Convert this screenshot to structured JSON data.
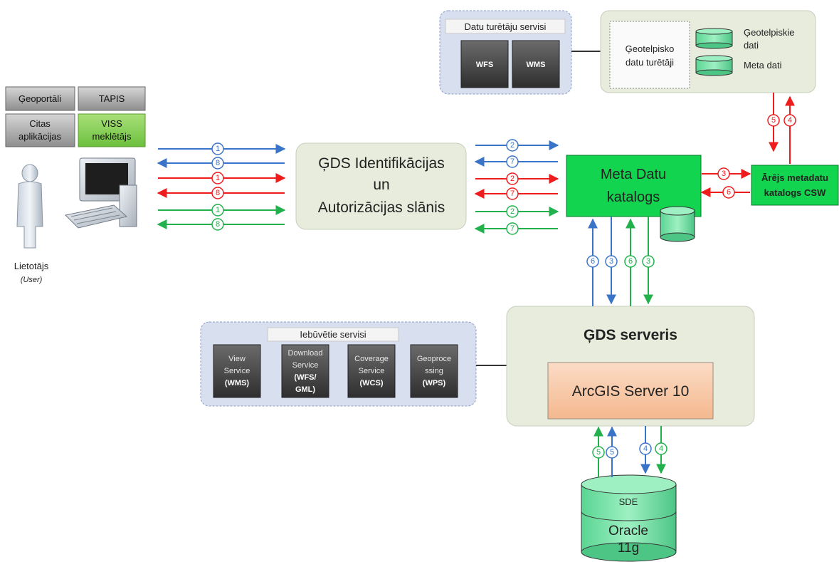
{
  "colors": {
    "blue": "#3a74c9",
    "red": "#ee1c1c",
    "green": "#22b14c",
    "catalog_green": "#12d44f",
    "panel_bg": "#e7ecdd",
    "service_bg": "#d8e0f0",
    "arcgis_fill": "#f8c9a8"
  },
  "apps": {
    "geoportali": "Ģeoportāli",
    "tapis": "TAPIS",
    "citas_line1": "Citas",
    "citas_line2": "aplikācijas",
    "viss_line1": "VISS",
    "viss_line2": "meklētājs"
  },
  "user": {
    "label": "Lietotājs",
    "sublabel": "(User)"
  },
  "data_services": {
    "title": "Datu turētāju servisi",
    "wfs": "WFS",
    "wms": "WMS"
  },
  "geo_holders": {
    "box_line1": "Ģeotelpisko",
    "box_line2": "datu turētāji",
    "db1_line1": "Ģeotelpiskie",
    "db1_line2": "dati",
    "db2": "Meta dati"
  },
  "auth_layer": {
    "line1": "ĢDS Identifikācijas",
    "line2": "un",
    "line3": "Autorizācijas slānis"
  },
  "catalog": {
    "line1": "Meta Datu",
    "line2": "katalogs"
  },
  "external_catalog": {
    "line1": "Ārējs metadatu",
    "line2": "katalogs CSW"
  },
  "builtin_services": {
    "title": "Iebūvētie servisi",
    "items": [
      {
        "line1": "View",
        "line2": "Service",
        "line3": "(WMS)",
        "line4": ""
      },
      {
        "line1": "Download",
        "line2": "Service",
        "line3": "(WFS/",
        "line4": "GML)"
      },
      {
        "line1": "Coverage",
        "line2": "Service",
        "line3": "(WCS)",
        "line4": ""
      },
      {
        "line1": "Geoproce",
        "line2": "ssing",
        "line3": "(WPS)",
        "line4": ""
      }
    ]
  },
  "gds_server": {
    "title": "ĢDS serveris",
    "arcgis": "ArcGIS Server 10"
  },
  "oracle": {
    "sde": "SDE",
    "line1": "Oracle",
    "line2": "11g"
  },
  "step_numbers": {
    "n1": "1",
    "n2": "2",
    "n3": "3",
    "n4": "4",
    "n5": "5",
    "n6": "6",
    "n7": "7",
    "n8": "8"
  }
}
